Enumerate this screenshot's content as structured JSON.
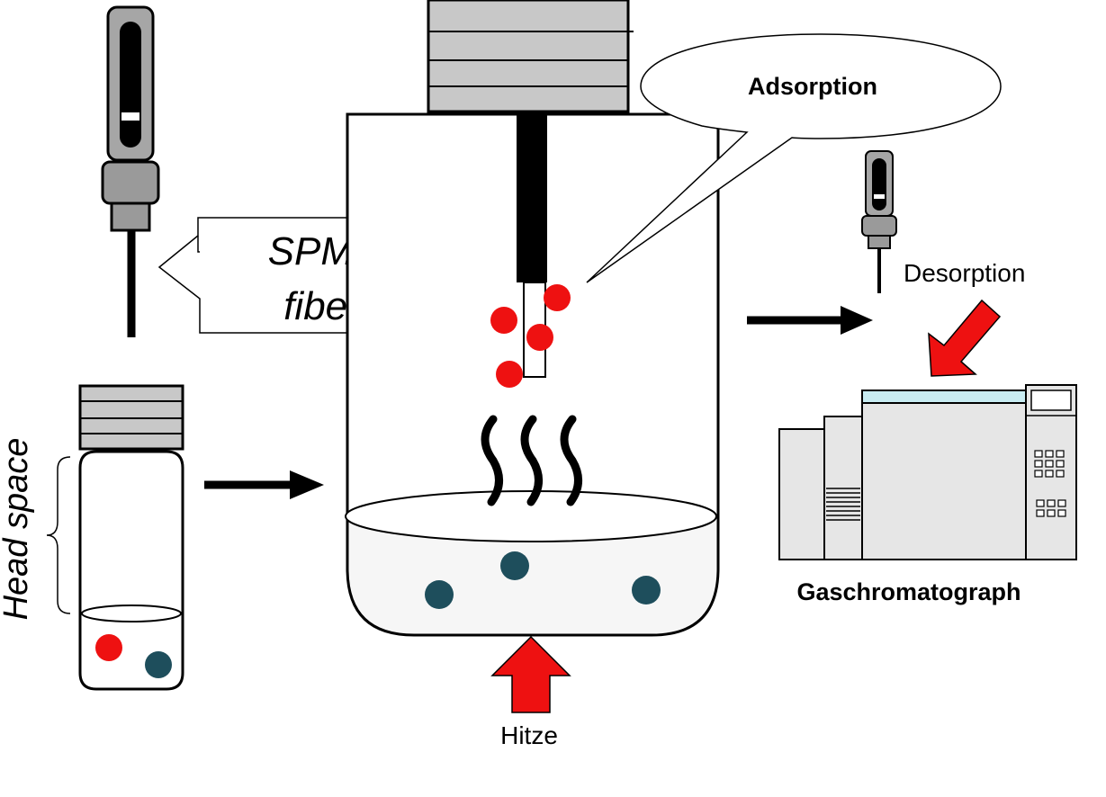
{
  "labels": {
    "spme_line1": "SPME",
    "spme_line2": "fiber",
    "head_space": "Head space",
    "adsorption": "Adsorption",
    "desorption": "Desorption",
    "hitze": "Hitze",
    "instrument": "Gaschromatograph"
  },
  "colors": {
    "outline": "#000000",
    "analyte_red": "#ee1111",
    "analyte_teal": "#1e4e5c",
    "holder_grey": "#9a9a9a",
    "device_grey": "#e6e6e6",
    "display_blue": "#c8ecf2",
    "heat_arrow": "#ee1111"
  }
}
